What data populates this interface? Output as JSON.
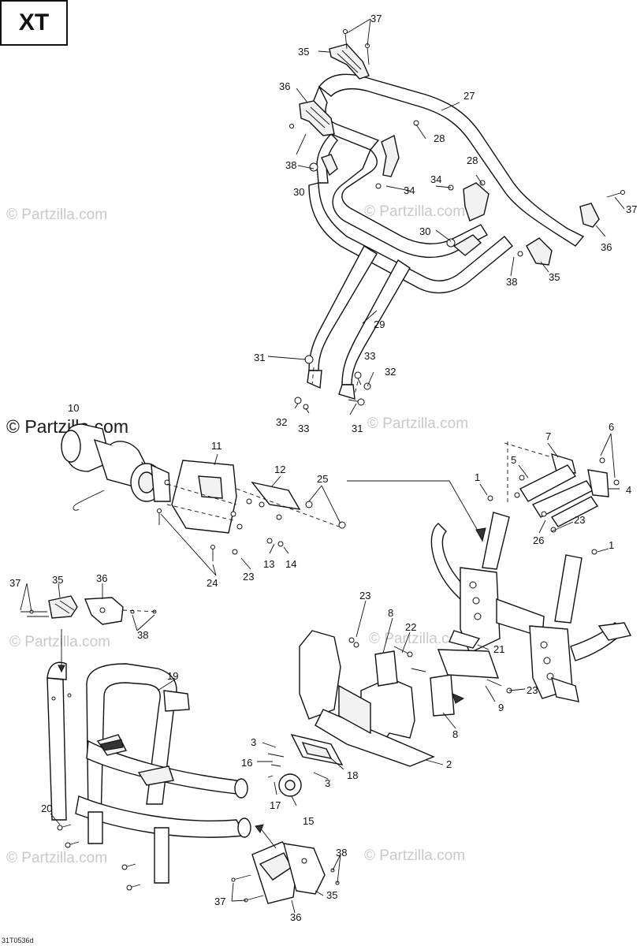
{
  "model_tag": "XT",
  "drawing_ref": "31T0536d",
  "watermark_main": "© Partzilla.com",
  "watermarks": [
    "© Partzilla.com",
    "© Partzilla.com",
    "© Partzilla.com",
    "© Partzilla.com",
    "© Partzilla.com",
    "© Partzilla.com",
    "© Partzilla.com"
  ],
  "callouts": [
    "37",
    "35",
    "27",
    "36",
    "28",
    "38",
    "30",
    "34",
    "28",
    "34",
    "37",
    "36",
    "30",
    "38",
    "35",
    "29",
    "31",
    "33",
    "32",
    "32",
    "33",
    "31",
    "10",
    "11",
    "12",
    "25",
    "7",
    "6",
    "5",
    "4",
    "1",
    "23",
    "26",
    "1",
    "13",
    "14",
    "23",
    "24",
    "37",
    "35",
    "36",
    "38",
    "23",
    "8",
    "22",
    "21",
    "23",
    "9",
    "8",
    "19",
    "3",
    "16",
    "18",
    "3",
    "17",
    "15",
    "2",
    "20",
    "38",
    "37",
    "35",
    "36"
  ]
}
